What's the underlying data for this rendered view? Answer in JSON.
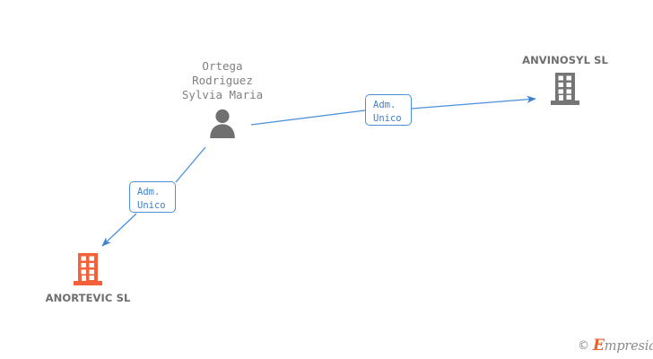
{
  "graph": {
    "background_color": "#ffffff",
    "edge_color": "#4a90d9",
    "person_color": "#707070",
    "company_gray_color": "#757575",
    "company_orange_color": "#f4603a",
    "label_text_color": "#3f7fc6",
    "company_label_color": "#6e6e6e"
  },
  "person": {
    "name": "Ortega\nRodriguez\nSylvia Maria",
    "icon": "person-icon"
  },
  "companies": [
    {
      "id": "anvinosyl",
      "name": "ANVINOSYL SL",
      "icon": "building-icon",
      "color": "#757575"
    },
    {
      "id": "anortevic",
      "name": "ANORTEVIC SL",
      "icon": "building-icon",
      "color": "#f4603a"
    }
  ],
  "edges": [
    {
      "id": "edge-anvinosyl",
      "from": "person",
      "to": "anvinosyl",
      "label": "Adm.\nUnico"
    },
    {
      "id": "edge-anortevic",
      "from": "person",
      "to": "anortevic",
      "label": "Adm.\nUnico"
    }
  ],
  "watermark": {
    "copyright": "©",
    "brand_initial": "E",
    "brand_rest": "mpresia"
  }
}
